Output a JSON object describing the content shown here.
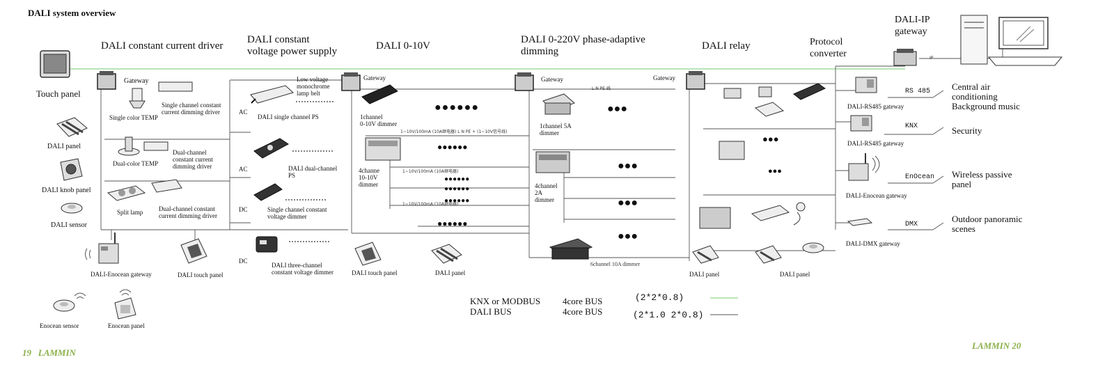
{
  "title": "DALI system overview",
  "sections": {
    "s1": "DALI constant current driver",
    "s2": "DALI constant\nvoltage power supply",
    "s3": "DALI 0-10V",
    "s4": "DALI 0-220V phase-adaptive\ndimming",
    "s5": "DALI relay",
    "s6": "Protocol\nconverter",
    "s7": "DALI-IP\ngateway"
  },
  "col1": {
    "touch_panel": "Touch panel",
    "dali_panel": "DALI panel",
    "knob_panel": "DALI knob panel",
    "sensor": "DALI sensor",
    "enocean_gateway": "DALI-Enocean gateway",
    "enocean_sensor": "Enocean sensor",
    "enocean_panel": "Enocean panel"
  },
  "col2": {
    "gateway": "Gateway",
    "single_temp": "Single color TEMP",
    "single_driver": "Single channel constant\ncurrent dimming driver",
    "dual_temp": "Dual-color TEMP",
    "dual_driver": "Dual-channel\nconstant current\ndimming driver",
    "split_lamp": "Split lamp",
    "split_driver": "Dual-channel constant\ncurrent dimming driver",
    "touch_panel": "DALI touch panel"
  },
  "col3": {
    "low_voltage": "Low voltage\nmonochrome\nlamp belt",
    "single_ps": "DALI single channel PS",
    "dual_ps": "DALI dual-channel\nPS",
    "single_cv": "Single channel constant\nvoltage dimmer",
    "three_cv": "DALI three-channel\nconstant voltage dimmer",
    "ac": "AC",
    "dc": "DC"
  },
  "col4": {
    "gateway": "Gateway",
    "one_ch": "1channel\n0-10V dimmer",
    "four_ch": "4channe\n10-10V\ndimmer",
    "touch_panel": "DALI touch panel",
    "dali_panel": "DALI panel",
    "spec1": "1~10V/100mA (10A继电器)",
    "spec2": "1~10V/100mA (10A继电器)",
    "spec_top": "1~10V/100mA (10A继电器)   L N PE + (1~10V信号线)"
  },
  "col5": {
    "gateway": "Gateway",
    "gateway2": "Gateway",
    "one_ch": "1channel 5A\ndimmer",
    "four_ch": "4channel\n2A\ndimmer",
    "six_ch": "6channel 10A dimmer",
    "lnpe": "L N PE 线"
  },
  "col6": {
    "dali_panel": "DALI panel",
    "dali_panel2": "DALI panel"
  },
  "col7": {
    "rs485_gw": "DALI-RS485 gateway",
    "rs485_gw2": "DALI-RS485 gateway",
    "enocean_gw": "DALI-Enocean gateway",
    "dmx_gw": "DALI-DMX gateway",
    "ip": "IP"
  },
  "protocols": [
    {
      "tag": "RS 485",
      "desc": "Central air\nconditioning\nBackground music"
    },
    {
      "tag": "KNX",
      "desc": "Security"
    },
    {
      "tag": "EnOcean",
      "desc": "Wireless passive\npanel"
    },
    {
      "tag": "DMX",
      "desc": "Outdoor panoramic\nscenes"
    }
  ],
  "legend": {
    "row1_name": "KNX or MODBUS",
    "row1_bus": "4core BUS",
    "row1_spec": "(2*2*0.8)",
    "row2_name": "DALI BUS",
    "row2_bus": "4core BUS",
    "row2_spec": "(2*1.0 2*0.8)"
  },
  "footer": {
    "left": "19   LAMMIN",
    "right": "LAMMIN 20"
  },
  "colors": {
    "knx_line": "#8fd48a",
    "dali_line": "#555555",
    "footer": "#8ab04a"
  }
}
